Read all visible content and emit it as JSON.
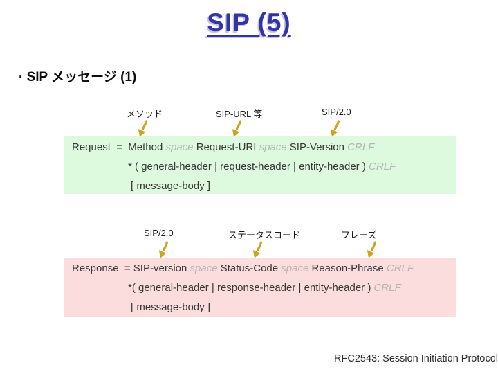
{
  "title": {
    "text": "SIP (5)"
  },
  "heading": {
    "bullet": "·",
    "text": " SIP メッセージ (1)"
  },
  "request": {
    "annotations": [
      "メソッド",
      "SIP-URL 等",
      "SIP/2.0"
    ],
    "box": {
      "line1": {
        "lead": "Request  =  Method ",
        "sp1": "space",
        "mid1": " Request-URI ",
        "sp2": "space",
        "mid2": " SIP-Version ",
        "crlf": "CRLF"
      },
      "line2": {
        "body": "* ( general-header | request-header | entity-header ) ",
        "crlf": "CRLF"
      },
      "line3": "[ message-body ]"
    }
  },
  "response": {
    "annotations": [
      "SIP/2.0",
      "ステータスコード",
      "フレーズ"
    ],
    "box": {
      "line1": {
        "lead": "Response  = SIP-version ",
        "sp1": "space",
        "mid1": " Status-Code ",
        "sp2": "space",
        "mid2": " Reason-Phrase ",
        "crlf": "CRLF"
      },
      "line2": {
        "body": "*( general-header | response-header | entity-header ) ",
        "crlf": "CRLF"
      },
      "line3": "[ message-body ]"
    }
  },
  "footer": {
    "text": "RFC2543: Session Initiation Protocol"
  },
  "colors": {
    "title_blue": "#3333aa",
    "request_box_bg": "#defade",
    "response_box_bg": "#fbdddd",
    "arrow_gold": "#d0a21f",
    "muted_token": "#b5b5b5"
  }
}
